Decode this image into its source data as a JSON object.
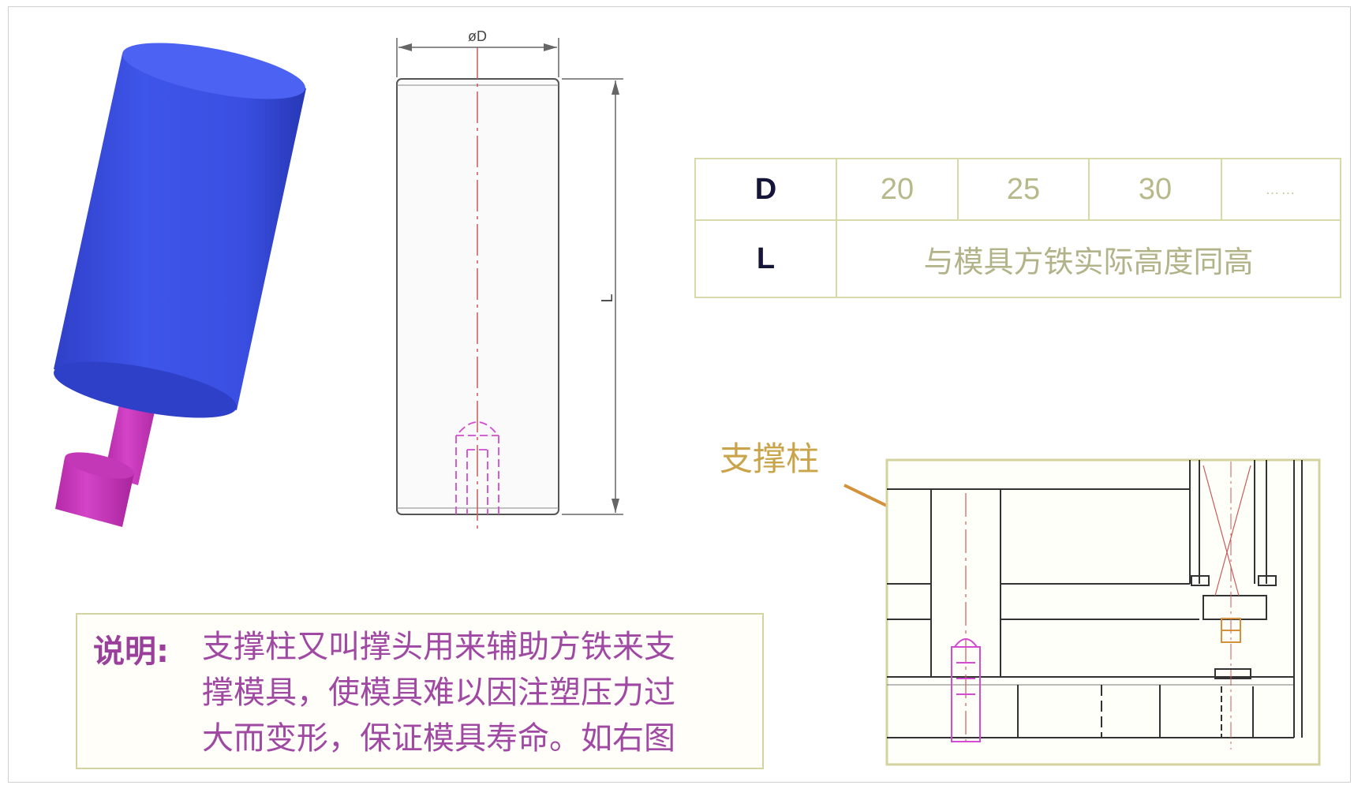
{
  "drawing": {
    "dimension_diameter": "øD",
    "dimension_length": "L"
  },
  "table": {
    "row_d_header": "D",
    "row_d_values": [
      "20",
      "25",
      "30",
      "……"
    ],
    "row_l_header": "L",
    "row_l_value": "与模具方铁实际高度同高"
  },
  "callout": {
    "label": "支撑柱"
  },
  "note": {
    "title": "说明:",
    "lines": [
      "支撑柱又叫撑头用来辅助方铁来支",
      "撑模具，使模具难以因注塑压力过",
      "大而变形，保证模具寿命。如右图"
    ]
  },
  "colors": {
    "cylinder_blue": "#3b4fe0",
    "screw_magenta": "#d03fc4",
    "note_text": "#a049a3",
    "callout_text": "#c9a44a",
    "table_border": "#d7d9a8",
    "arrow": "#d4913c"
  }
}
